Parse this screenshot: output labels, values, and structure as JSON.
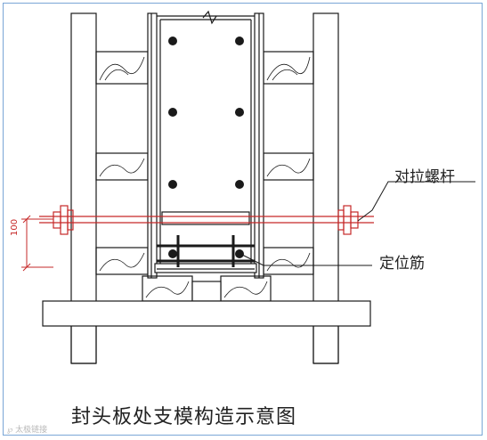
{
  "diagram": {
    "title": "封头板处支模构造示意图",
    "callouts": {
      "tie_bolt": "对拉螺杆",
      "locating_rebar": "定位筋"
    },
    "dimension": {
      "value": "100"
    },
    "watermark": "℘ 太极链接",
    "colors": {
      "line": "#1a1a1a",
      "dimension": "#c62828",
      "bolt": "#c62828",
      "frame": "#7aa6d6"
    }
  }
}
